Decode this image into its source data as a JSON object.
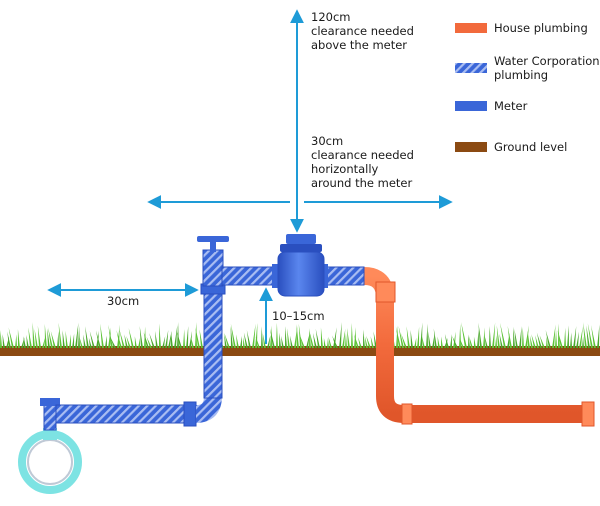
{
  "annotations": {
    "above": [
      "120cm",
      "clearance needed",
      "above the meter"
    ],
    "around": [
      "30cm",
      "clearance needed",
      "horizontally",
      "around the meter"
    ],
    "left": "30cm",
    "height": "10–15cm"
  },
  "legend": [
    {
      "label": [
        "House plumbing"
      ],
      "swatch": "house",
      "color": "#f26a3c"
    },
    {
      "label": [
        "Water Corporation",
        "plumbing"
      ],
      "swatch": "water-corp",
      "color": "#3a66d8"
    },
    {
      "label": [
        "Meter"
      ],
      "swatch": "meter",
      "color": "#3a66d8"
    },
    {
      "label": [
        "Ground level"
      ],
      "swatch": "ground",
      "color": "#8b4a12"
    }
  ],
  "colors": {
    "house": "#f26a3c",
    "water_corp": "#3a66d8",
    "meter": "#2f5fd6",
    "arrow": "#1e9bd7",
    "ground": "#8b4a12",
    "grass": "#4aa82c",
    "main_ring": "#7de3e3"
  }
}
